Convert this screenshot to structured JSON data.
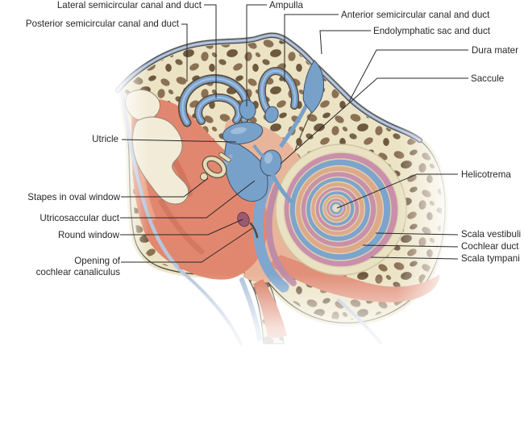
{
  "figure_labels": [
    {
      "id": "lateral-semicircular-canal",
      "text": "Lateral semicircular canal and duct"
    },
    {
      "id": "posterior-semicircular-canal",
      "text": "Posterior semicircular canal and duct"
    },
    {
      "id": "ampulla",
      "text": "Ampulla"
    },
    {
      "id": "anterior-semicircular-canal",
      "text": "Anterior semicircular canal and duct"
    },
    {
      "id": "endolymphatic-sac",
      "text": "Endolymphatic sac and duct"
    },
    {
      "id": "dura-mater",
      "text": "Dura mater"
    },
    {
      "id": "saccule",
      "text": "Saccule"
    },
    {
      "id": "utricle",
      "text": "Utricle"
    },
    {
      "id": "stapes-in-oval-window",
      "text": "Stapes in oval window"
    },
    {
      "id": "utricosaccular-duct",
      "text": "Utricosaccular duct"
    },
    {
      "id": "round-window",
      "text": "Round window"
    },
    {
      "id": "opening-of-cochlear-canaliculus",
      "text": "Opening of\ncochlear canaliculus"
    },
    {
      "id": "helicotrema",
      "text": "Helicotrema"
    },
    {
      "id": "scala-vestibuli",
      "text": "Scala vestibuli"
    },
    {
      "id": "cochlear-duct",
      "text": "Cochlear duct"
    },
    {
      "id": "scala-tympani",
      "text": "Scala tympani"
    }
  ],
  "palette": {
    "bone_cream": "#ebe3c4",
    "bone_spot_brown": "#8b7154",
    "membranous_labyrinth_blue": "#78a1ca",
    "scala_pink": "#c98fab",
    "cochlear_duct_tan": "#dda98a",
    "soft_tissue_salmon": "#e2876f",
    "dura_grey_blue": "#98a7bd",
    "leader_line": "#2a2626",
    "label_text": "#2a2626"
  }
}
